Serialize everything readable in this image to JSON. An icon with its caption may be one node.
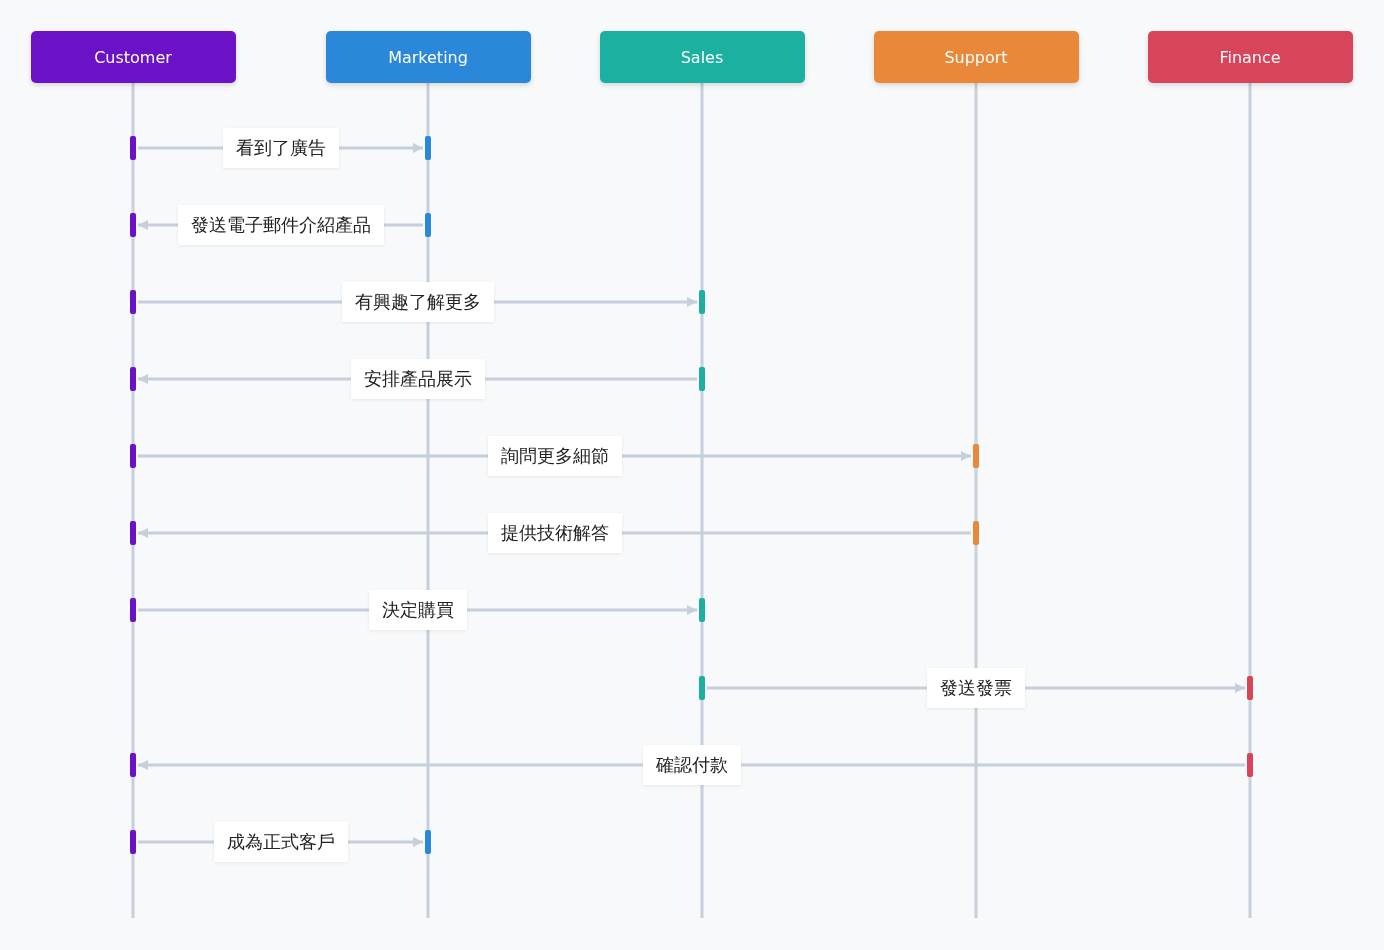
{
  "diagram": {
    "nodes": [
      {
        "text": [
          "Customer"
        ]
      },
      {
        "text": [
          "Marketing"
        ]
      },
      {
        "text": [
          "Sales"
        ]
      },
      {
        "text": [
          "Support"
        ]
      },
      {
        "text": [
          "Finance"
        ]
      },
      {
        "text": [],
        "shape": "bar"
      },
      {
        "text": [],
        "shape": "bar"
      },
      {
        "text": [],
        "shape": "bar"
      },
      {
        "text": [],
        "shape": "bar"
      },
      {
        "text": [],
        "shape": "bar"
      },
      {
        "text": [],
        "shape": "bar"
      },
      {
        "text": [],
        "shape": "bar"
      },
      {
        "text": [],
        "shape": "bar"
      },
      {
        "text": [],
        "shape": "bar"
      },
      {
        "text": [],
        "shape": "bar"
      },
      {
        "text": [],
        "shape": "bar"
      },
      {
        "text": [],
        "shape": "bar"
      },
      {
        "text": [],
        "shape": "bar"
      },
      {
        "text": [],
        "shape": "bar"
      },
      {
        "text": [],
        "shape": "bar"
      },
      {
        "text": [],
        "shape": "bar"
      },
      {
        "text": [],
        "shape": "bar"
      },
      {
        "text": [],
        "shape": "bar"
      },
      {
        "text": [],
        "shape": "bar"
      },
      {
        "text": [],
        "shape": "bar"
      }
    ],
    "edges": [
      {
        "from": 5,
        "to": 6,
        "arrow": "to",
        "label": "看到了廣告"
      },
      {
        "from": 8,
        "to": 7,
        "arrow": "to",
        "label": "發送電子郵件介紹產品"
      },
      {
        "from": 9,
        "to": 10,
        "arrow": "to",
        "label": "有興趣了解更多"
      },
      {
        "from": 12,
        "to": 11,
        "arrow": "to",
        "label": "安排產品展示"
      },
      {
        "from": 13,
        "to": 14,
        "arrow": "to",
        "label": "詢問更多細節"
      },
      {
        "from": 16,
        "to": 15,
        "arrow": "to",
        "label": "提供技術解答"
      },
      {
        "from": 17,
        "to": 18,
        "arrow": "to",
        "label": "決定購買"
      },
      {
        "from": 19,
        "to": 20,
        "arrow": "to",
        "label": "發送發票"
      },
      {
        "from": 22,
        "to": 21,
        "arrow": "to",
        "label": "確認付款"
      },
      {
        "from": 23,
        "to": 24,
        "arrow": "to",
        "label": "成為正式客戶"
      }
    ]
  }
}
